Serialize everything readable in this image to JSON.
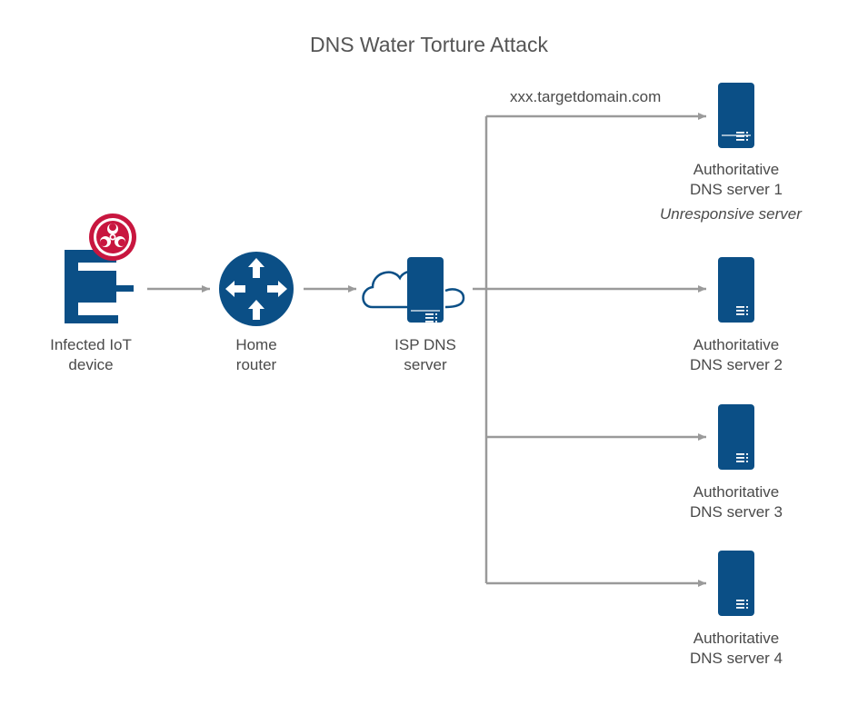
{
  "title": "DNS Water Torture Attack",
  "query_label": "xxx.targetdomain.com",
  "nodes": {
    "iot": {
      "line1": "Infected IoT",
      "line2": "device"
    },
    "router": {
      "line1": "Home",
      "line2": "router"
    },
    "isp": {
      "line1": "ISP DNS",
      "line2": "server"
    },
    "auth1": {
      "line1": "Authoritative",
      "line2": "DNS server 1",
      "note": "Unresponsive server"
    },
    "auth2": {
      "line1": "Authoritative",
      "line2": "DNS server 2"
    },
    "auth3": {
      "line1": "Authoritative",
      "line2": "DNS server 3"
    },
    "auth4": {
      "line1": "Authoritative",
      "line2": "DNS server 4"
    }
  },
  "icons": {
    "iot": "iot-device-icon",
    "biohazard": "biohazard-icon",
    "router": "router-icon",
    "isp": "cloud-server-icon",
    "server": "server-icon"
  },
  "colors": {
    "primary": "#0b4f86",
    "warning": "#c8163f",
    "connector": "#9a9a9a",
    "text": "#4a4a4a"
  }
}
